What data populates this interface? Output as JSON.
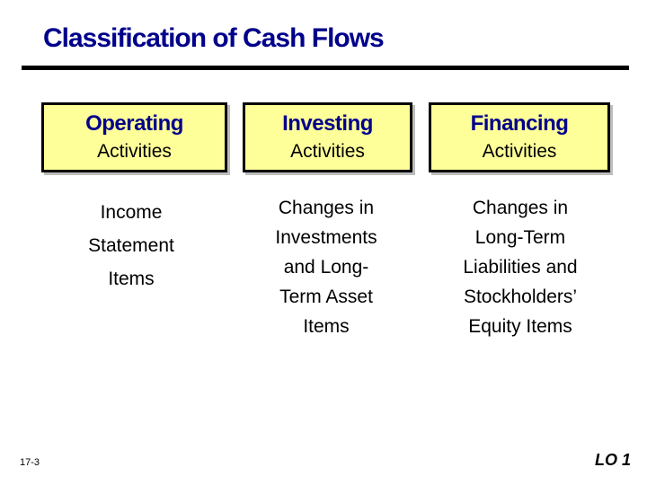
{
  "slide": {
    "title": "Classification of Cash Flows",
    "slide_number": "17-3",
    "learning_objective": "LO 1"
  },
  "columns": [
    {
      "heading": "Operating",
      "subheading": "Activities",
      "description": "Income\nStatement\nItems"
    },
    {
      "heading": "Investing",
      "subheading": "Activities",
      "description": "Changes in\nInvestments\nand Long-\nTerm Asset\nItems"
    },
    {
      "heading": "Financing",
      "subheading": "Activities",
      "description": "Changes in\nLong-Term\nLiabilities and\nStockholders’\nEquity Items"
    }
  ],
  "colors": {
    "title": "#00008b",
    "box_fill": "#ffff99",
    "box_border": "#000000"
  }
}
